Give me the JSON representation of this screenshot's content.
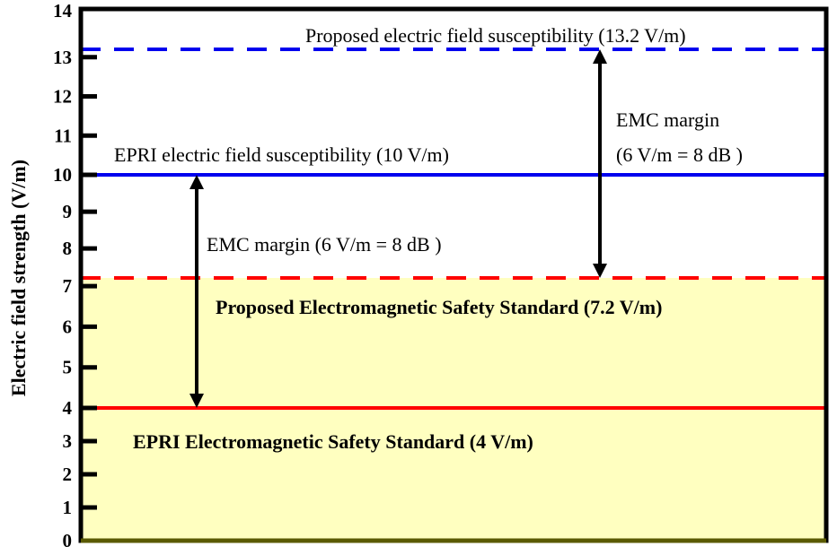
{
  "chart_data": {
    "type": "line",
    "title": "",
    "xlabel": "",
    "ylabel": "Electric field strength (V/m)",
    "ylim": [
      0,
      14
    ],
    "yticks": [
      "0",
      "1",
      "2",
      "3",
      "4",
      "5",
      "6",
      "7",
      "8",
      "9",
      "10",
      "11",
      "12",
      "13",
      "14"
    ],
    "grid": false,
    "shaded_region": {
      "from": 0,
      "to": 7.2,
      "color": "#FFFFC0"
    },
    "lines": [
      {
        "name": "Proposed electric field susceptibility",
        "value": 13.2,
        "color": "#0000EE",
        "style": "dashed",
        "label": "Proposed electric field susceptibility (13.2 V/m)"
      },
      {
        "name": "EPRI electric field susceptibility",
        "value": 10,
        "color": "#0000EE",
        "style": "solid",
        "label": "EPRI electric field susceptibility (10 V/m)"
      },
      {
        "name": "Proposed Electromagnetic Safety Standard",
        "value": 7.2,
        "color": "#FF0000",
        "style": "dashed",
        "label": "Proposed Electromagnetic Safety Standard (7.2 V/m)"
      },
      {
        "name": "EPRI Electromagnetic Safety Standard",
        "value": 4,
        "color": "#FF0000",
        "style": "solid",
        "label": "EPRI Electromagnetic Safety Standard (4 V/m)"
      }
    ],
    "annotations": [
      {
        "from": 4,
        "to": 10,
        "text": "EMC margin (6 V/m = 8 dB )"
      },
      {
        "from": 7.2,
        "to": 13.2,
        "text_line1": "EMC margin",
        "text_line2": "(6 V/m = 8 dB )"
      }
    ]
  }
}
